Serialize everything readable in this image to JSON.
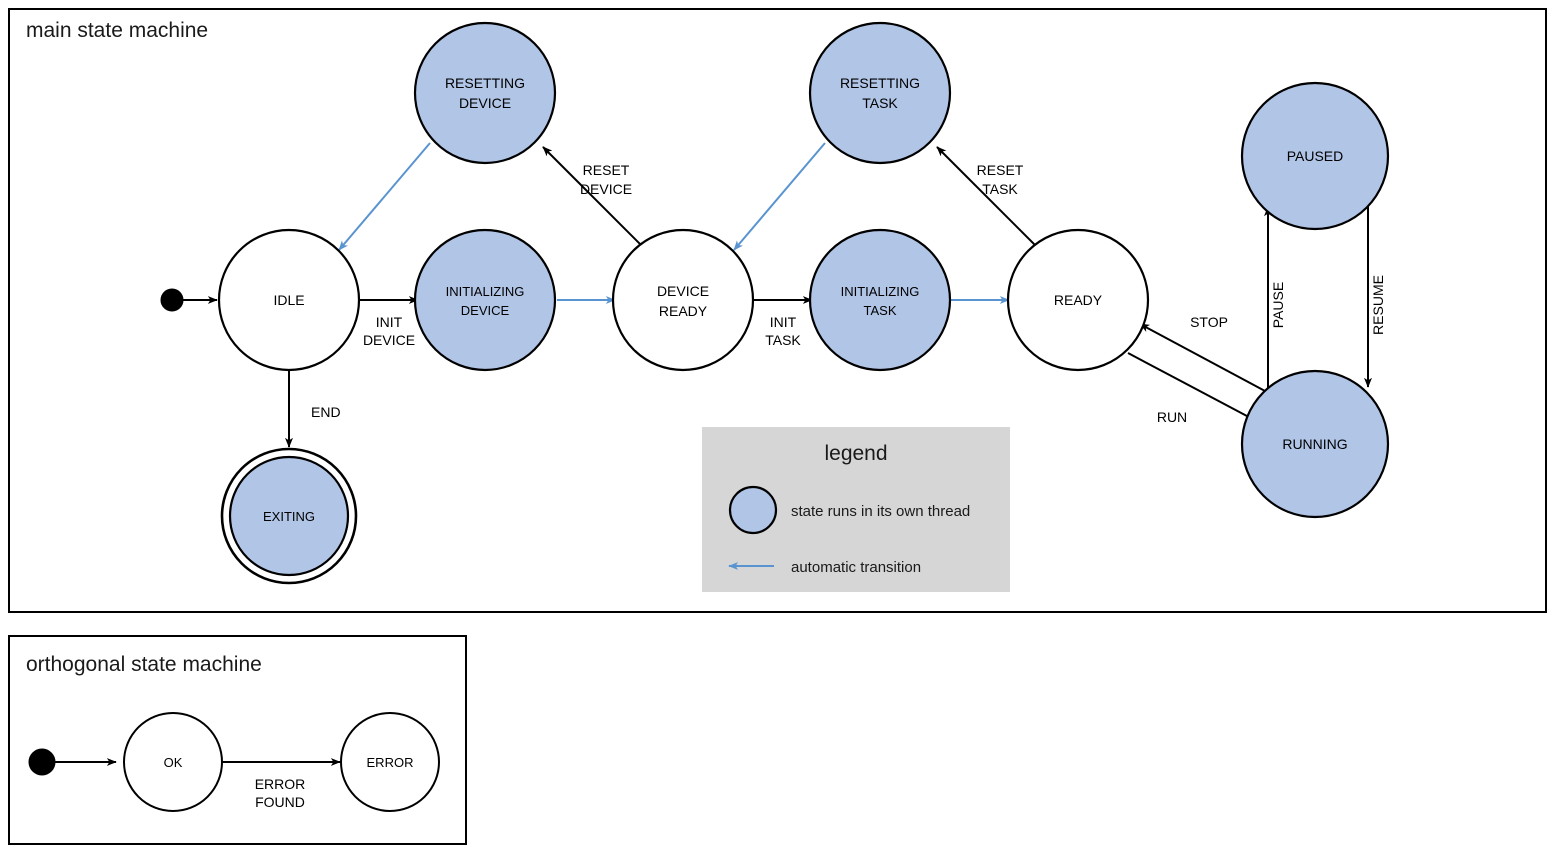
{
  "colors": {
    "thread_state_fill": "#b1c5e7",
    "plain_state_fill": "#ffffff",
    "stroke": "#000000",
    "auto_transition": "#5a94d0",
    "legend_bg": "#d6d6d6",
    "page_bg": "#ffffff"
  },
  "main_frame": {
    "title": "main state machine"
  },
  "orthogonal_frame": {
    "title": "orthogonal state machine"
  },
  "states": {
    "idle": {
      "label": "IDLE"
    },
    "resetting_device": {
      "line1": "RESETTING",
      "line2": "DEVICE"
    },
    "initializing_device": {
      "line1": "INITIALIZING",
      "line2": "DEVICE"
    },
    "device_ready": {
      "line1": "DEVICE",
      "line2": "READY"
    },
    "resetting_task": {
      "line1": "RESETTING",
      "line2": "TASK"
    },
    "initializing_task": {
      "line1": "INITIALIZING",
      "line2": "TASK"
    },
    "ready": {
      "label": "READY"
    },
    "paused": {
      "label": "PAUSED"
    },
    "running": {
      "label": "RUNNING"
    },
    "exiting": {
      "label": "EXITING"
    },
    "ok": {
      "label": "OK"
    },
    "error": {
      "label": "ERROR"
    }
  },
  "transitions": {
    "init_device": {
      "line1": "INIT",
      "line2": "DEVICE"
    },
    "reset_device": {
      "line1": "RESET",
      "line2": "DEVICE"
    },
    "init_task": {
      "line1": "INIT",
      "line2": "TASK"
    },
    "reset_task": {
      "line1": "RESET",
      "line2": "TASK"
    },
    "end": {
      "label": "END"
    },
    "stop": {
      "label": "STOP"
    },
    "run": {
      "label": "RUN"
    },
    "pause": {
      "label": "PAUSE"
    },
    "resume": {
      "label": "RESUME"
    },
    "error_found": {
      "line1": "ERROR",
      "line2": "FOUND"
    }
  },
  "legend": {
    "title": "legend",
    "items": [
      {
        "label": "state runs in its own thread",
        "kind": "thread-circle"
      },
      {
        "label": "automatic transition",
        "kind": "blue-arrow"
      }
    ]
  }
}
